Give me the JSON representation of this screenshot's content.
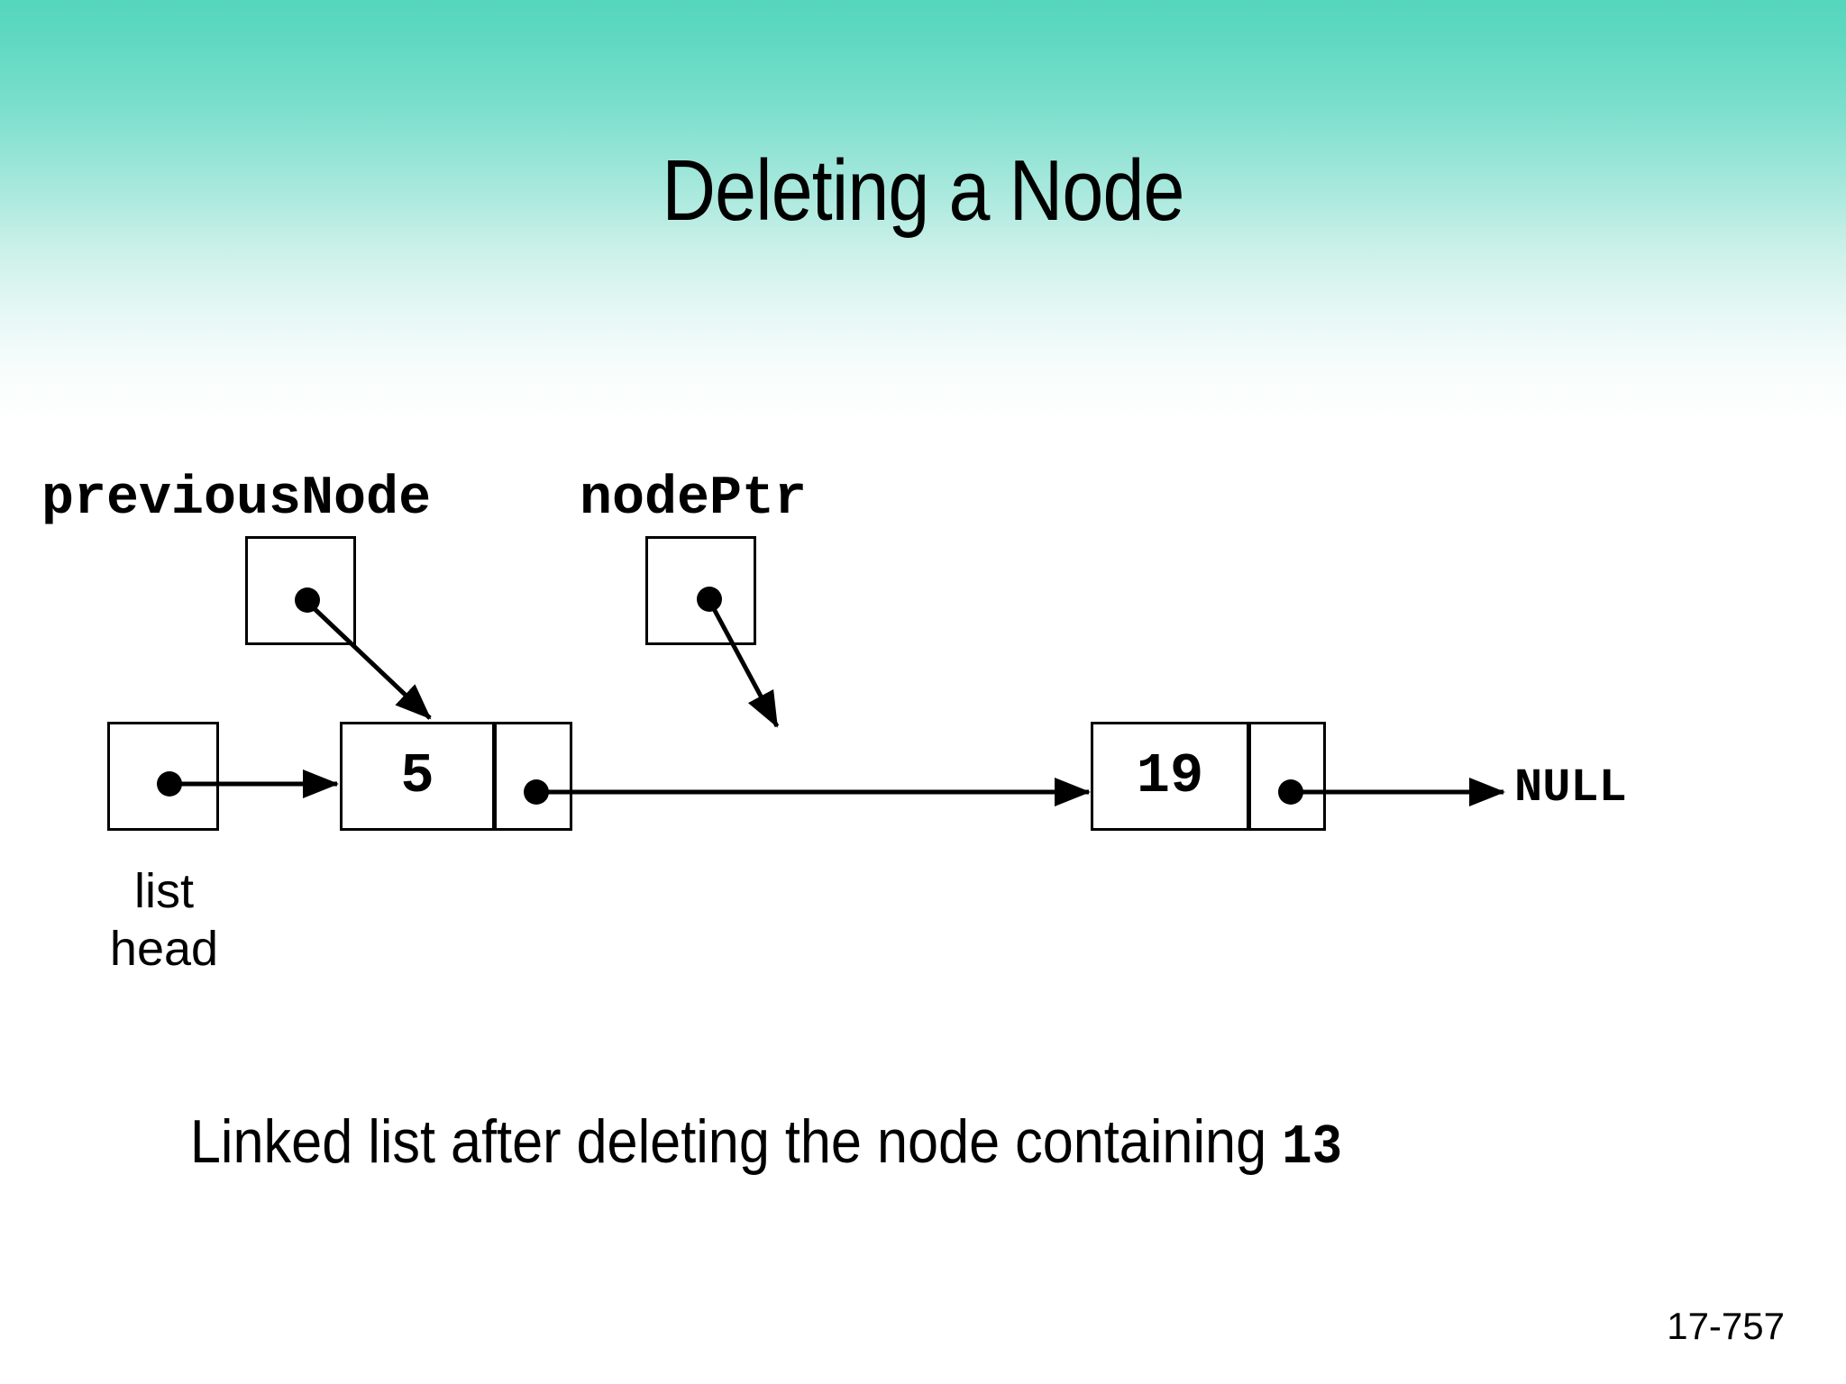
{
  "slide": {
    "title": "Deleting a Node",
    "footer_page": "17-757",
    "background_top_color": "#55d6bd",
    "background_bottom_color": "#ffffff",
    "ink_color": "#000000"
  },
  "pointers": [
    {
      "name": "previousNode",
      "label": "previousNode",
      "points_to": "node-5"
    },
    {
      "name": "nodePtr",
      "label": "nodePtr",
      "points_to": "deleted-node-gap"
    }
  ],
  "list": {
    "head_label_line1": "list",
    "head_label_line2": "head",
    "terminator": "NULL",
    "nodes": [
      {
        "value": "5",
        "next": "19"
      },
      {
        "value": "19",
        "next": "NULL"
      }
    ]
  },
  "caption": {
    "text_before": "Linked list after deleting the node containing ",
    "value": "13",
    "full": "Linked list after deleting the node containing 13"
  }
}
